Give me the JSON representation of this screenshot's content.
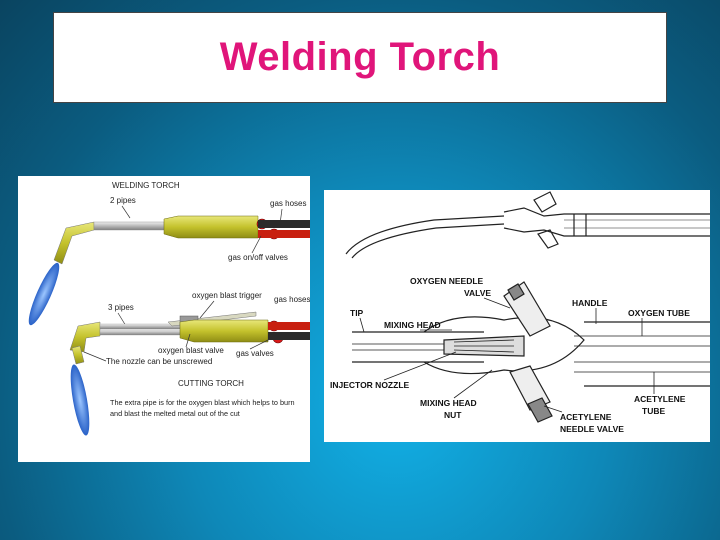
{
  "slide": {
    "title": "Welding Torch"
  },
  "left_diagram": {
    "heading_top": "WELDING TORCH",
    "label_2pipes": "2 pipes",
    "label_gas_hoses_1": "gas hoses",
    "label_gas_valves_1": "gas on/off valves",
    "label_oxygen_trigger": "oxygen blast trigger",
    "label_3pipes": "3 pipes",
    "label_gas_hoses_2": "gas hoses",
    "label_oxygen_valve": "oxygen blast valve",
    "label_gas_valves_2": "gas valves",
    "label_nozzle": "The nozzle can be unscrewed",
    "heading_bottom": "CUTTING TORCH",
    "caption_line1": "The extra pipe is for the oxygen blast which helps to burn",
    "caption_line2": "and blast the melted metal out of the cut",
    "colors": {
      "torch": "#c9c830",
      "flame": "#3a78d8",
      "valve": "#d81818",
      "hose_red": "#d32010",
      "hose_black": "#1a1a1a"
    }
  },
  "right_diagram": {
    "label_oxygen_needle_1": "OXYGEN NEEDLE",
    "label_oxygen_needle_2": "VALVE",
    "label_handle": "HANDLE",
    "label_tip": "TIP",
    "label_mixing_head": "MIXING HEAD",
    "label_oxygen_tube": "OXYGEN TUBE",
    "label_injector_nozzle": "INJECTOR NOZZLE",
    "label_mixing_nut_1": "MIXING HEAD",
    "label_mixing_nut_2": "NUT",
    "label_acetylene_tube_1": "ACETYLENE",
    "label_acetylene_tube_2": "TUBE",
    "label_acetylene_valve_1": "ACETYLENE",
    "label_acetylene_valve_2": "NEEDLE VALVE"
  }
}
